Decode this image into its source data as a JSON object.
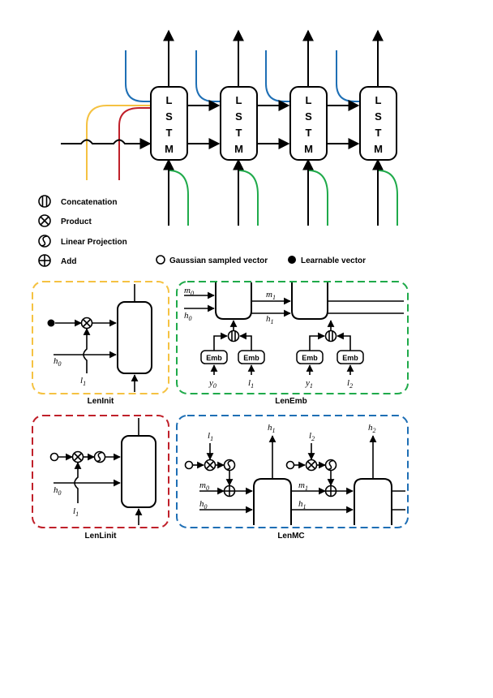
{
  "lstm": {
    "letters": [
      "L",
      "S",
      "T",
      "M"
    ]
  },
  "legend": {
    "concat": "Concatenation",
    "product": "Product",
    "linear": "Linear Projection",
    "add": "Add",
    "gaussian": "Gaussian sampled vector",
    "learnable": "Learnable vector"
  },
  "colors": {
    "yellow": "#F5C242",
    "red": "#C0202A",
    "green": "#1FAA4A",
    "blue": "#1E6FB5"
  },
  "panels": {
    "leninit": {
      "caption": "LenInit",
      "h": "h",
      "h_sub": "0",
      "l": "l",
      "l_sub": "1"
    },
    "lenemb": {
      "caption": "LenEmb",
      "emb": "Emb",
      "m0": "m",
      "m0_sub": "0",
      "h0": "h",
      "h0_sub": "0",
      "m1": "m",
      "m1_sub": "1",
      "h1": "h",
      "h1_sub": "1",
      "y0": "y",
      "y0_sub": "0",
      "l1": "l",
      "l1_sub": "1",
      "y1": "y",
      "y1_sub": "1",
      "l2": "l",
      "l2_sub": "2"
    },
    "lenlinit": {
      "caption": "LenLinit",
      "h": "h",
      "h_sub": "0",
      "l": "l",
      "l_sub": "1"
    },
    "lenmc": {
      "caption": "LenMC",
      "l1": "l",
      "l1_sub": "1",
      "l2": "l",
      "l2_sub": "2",
      "h1out": "h",
      "h1out_sub": "1",
      "h2out": "h",
      "h2out_sub": "2",
      "m0": "m",
      "m0_sub": "0",
      "h0": "h",
      "h0_sub": "0",
      "m1": "m",
      "m1_sub": "1",
      "h1": "h",
      "h1_sub": "1"
    }
  }
}
